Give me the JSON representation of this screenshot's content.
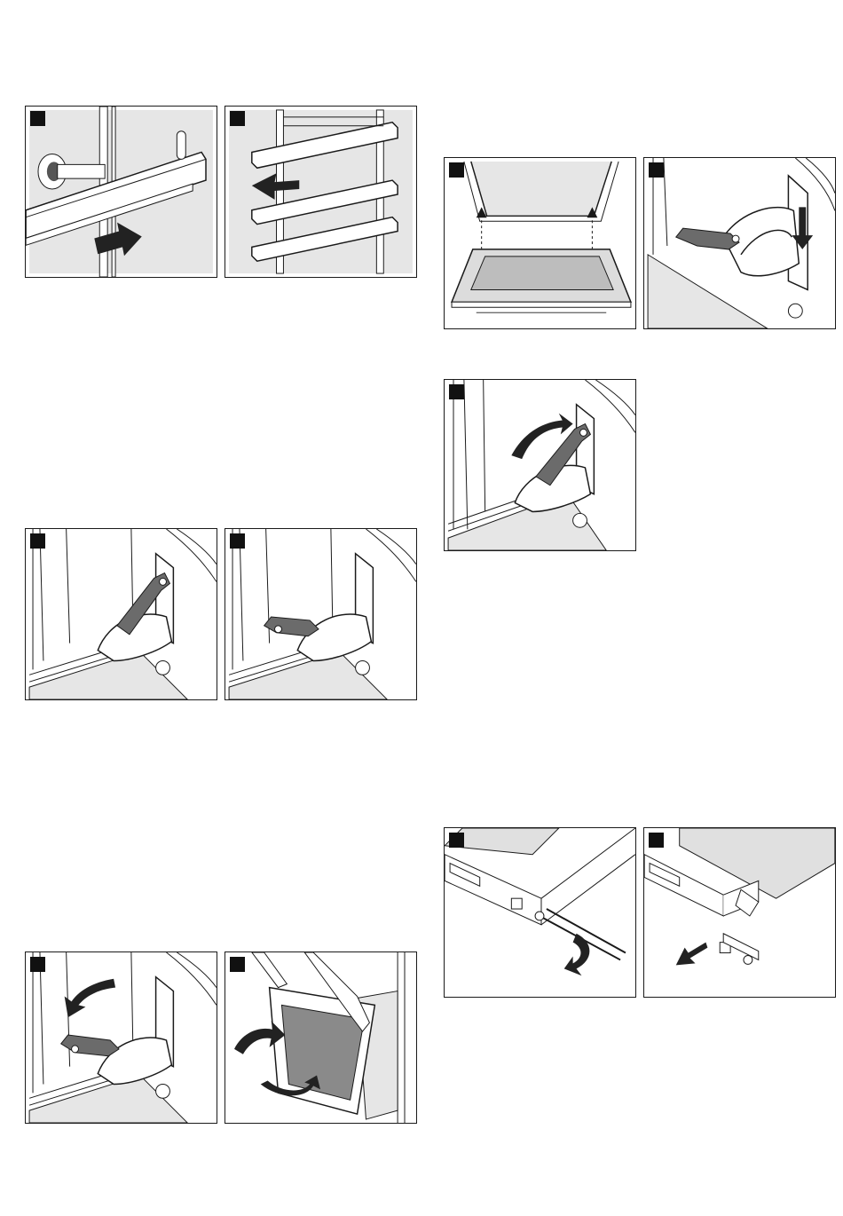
{
  "document": {
    "panels": [
      {
        "id": "rail-push"
      },
      {
        "id": "rail-remove"
      },
      {
        "id": "door-lift"
      },
      {
        "id": "hinge-lower"
      },
      {
        "id": "hinge-raise"
      },
      {
        "id": "hinge-closed"
      },
      {
        "id": "hinge-open"
      },
      {
        "id": "hinge-fold"
      },
      {
        "id": "door-carry"
      },
      {
        "id": "screw-loosen"
      },
      {
        "id": "strip-pull"
      }
    ]
  },
  "colors": {
    "line": "#1a1a1a",
    "fill_gray": "#e6e6e6",
    "lever": "#6b6b6b",
    "marker": "#111111"
  }
}
